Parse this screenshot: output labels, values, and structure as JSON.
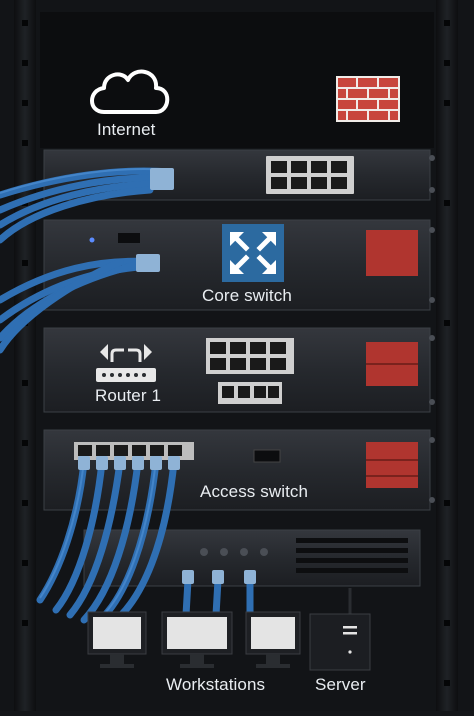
{
  "labels": {
    "internet": "Internet",
    "core_switch": "Core switch",
    "router": "Router 1",
    "access_switch": "Access switch",
    "workstations": "Workstations",
    "server": "Server"
  },
  "icons": {
    "internet": "cloud-icon",
    "firewall": "brick-wall-icon",
    "core_switch": "switch-arrows-icon",
    "router": "router-icon",
    "workstation": "monitor-icon",
    "server": "server-tower-icon"
  },
  "colors": {
    "rack_background": "#141619",
    "rack_unit": "#272a2f",
    "cable_blue": "#2f6fb3",
    "brick_red": "#c8463c",
    "indicator_red": "#b0352f",
    "switch_icon_blue": "#2c6aa0"
  }
}
